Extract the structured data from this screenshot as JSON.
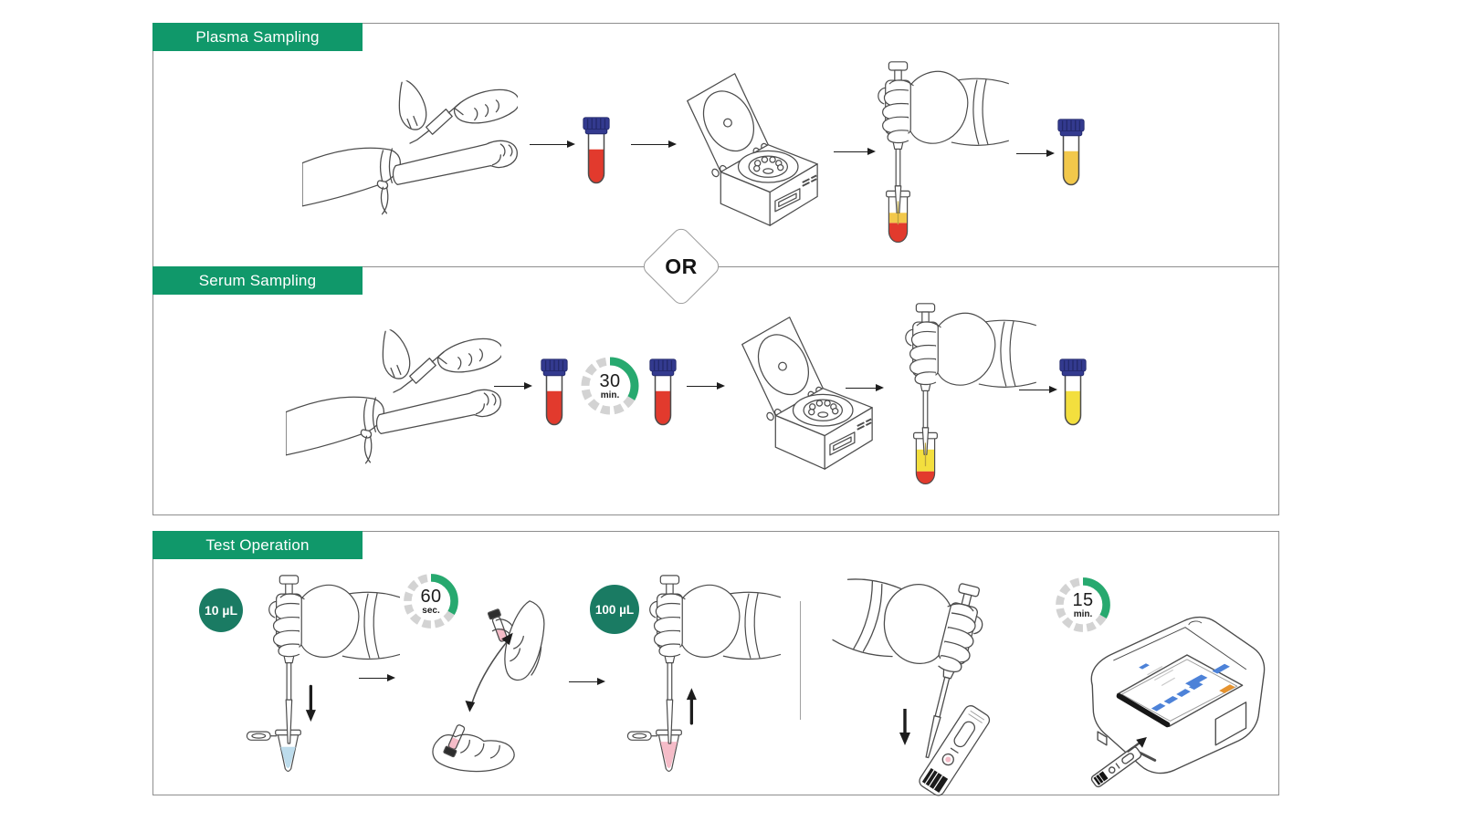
{
  "panels": {
    "plasma": {
      "title": "Plasma Sampling"
    },
    "serum": {
      "title": "Serum Sampling"
    },
    "test": {
      "title": "Test Operation"
    }
  },
  "or_label": "OR",
  "badges": {
    "sample_volume": "10 µL",
    "aspirate_volume": "100 µL"
  },
  "timers": {
    "clotting": {
      "value": "30",
      "unit": "min."
    },
    "mixing": {
      "value": "60",
      "unit": "sec."
    },
    "analysis": {
      "value": "15",
      "unit": "min."
    }
  },
  "sequences": {
    "plasma": [
      "venous-blood-collection",
      "whole-blood-tube",
      "centrifugation",
      "pipette-plasma-transfer",
      "plasma-tube"
    ],
    "serum": [
      "venous-blood-collection",
      "whole-blood-tube",
      "clot-30-min",
      "clotted-blood-tube",
      "centrifugation",
      "pipette-serum-transfer",
      "serum-tube"
    ],
    "test": [
      "add-10-ul-sample-to-buffer-tube",
      "mix-60-sec",
      "aspirate-100-ul",
      "dispense-into-cassette",
      "insert-cassette-into-analyzer-15-min"
    ]
  },
  "colors": {
    "header_green": "#10986a",
    "badge_green": "#1a7b63",
    "timer_green": "#27a96f",
    "timer_track": "#d3d3d3",
    "blood_red": "#e23a2d",
    "plasma_yellow": "#f2c84b",
    "serum_yellow": "#f3df3e",
    "cap_navy": "#333a8f",
    "cap_navy_dark": "#23296b",
    "diluent_blue": "#bddcec",
    "mix_pink": "#f5bcc8",
    "line": "#4c4c4c",
    "panel_border": "#8e8e8e",
    "arrow_black": "#1d1d1d",
    "screen_blue": "#4d82d8",
    "screen_orange": "#e6932f"
  }
}
